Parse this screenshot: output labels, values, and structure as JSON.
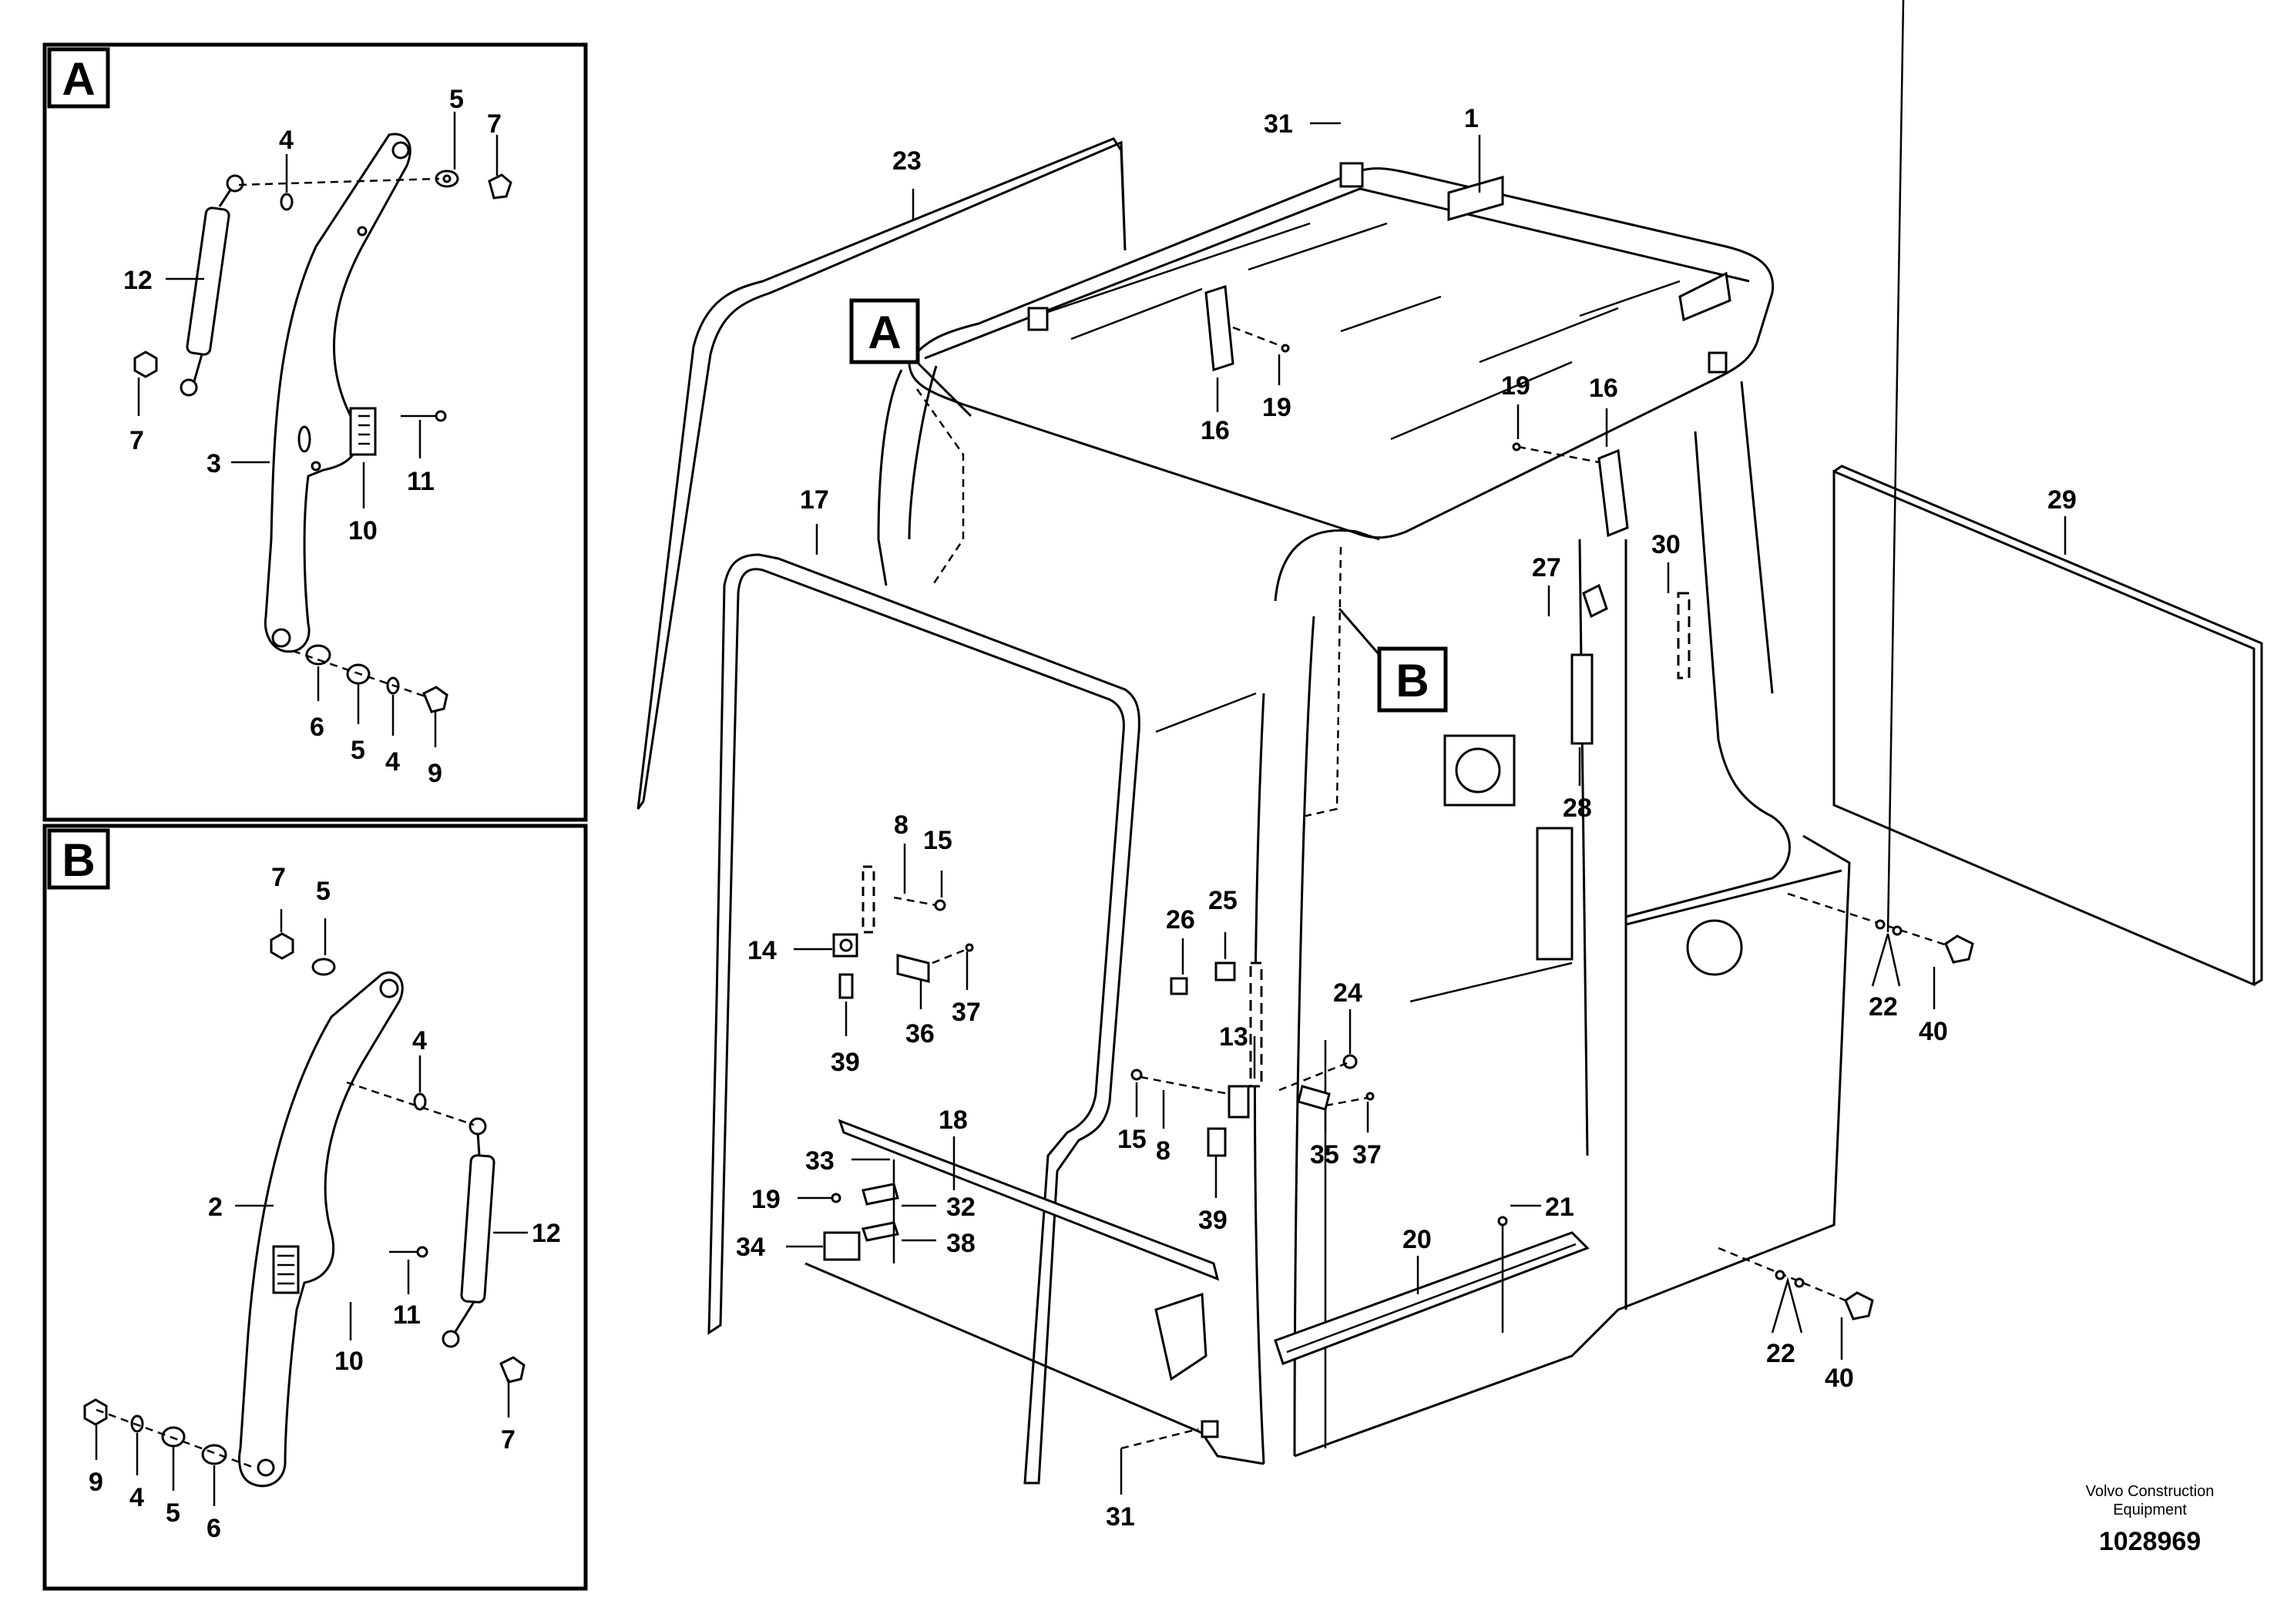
{
  "detail_a": {
    "badge": "A",
    "labels": {
      "n5": "5",
      "n7_top": "7",
      "n4_top": "4",
      "n12": "12",
      "n7_left": "7",
      "n3": "3",
      "n11": "11",
      "n10": "10",
      "n6": "6",
      "n5_bot": "5",
      "n4_bot": "4",
      "n9": "9"
    }
  },
  "detail_b": {
    "badge": "B",
    "labels": {
      "n7_top": "7",
      "n5_top": "5",
      "n4": "4",
      "n2": "2",
      "n12": "12",
      "n11": "11",
      "n10": "10",
      "n7_bot": "7",
      "n9": "9",
      "n4_bot": "4",
      "n5_bot": "5",
      "n6": "6"
    }
  },
  "main": {
    "callout_a": "A",
    "callout_b": "B",
    "labels": {
      "p1": "1",
      "p31_top": "31",
      "p23": "23",
      "p16_a": "16",
      "p19_a": "19",
      "p19_b": "19",
      "p16_b": "16",
      "p17": "17",
      "p29": "29",
      "p30": "30",
      "p27": "27",
      "p28": "28",
      "p8_a": "8",
      "p15_a": "15",
      "p14": "14",
      "p36": "36",
      "p37_a": "37",
      "p39_a": "39",
      "p26": "26",
      "p25": "25",
      "p24": "24",
      "p13": "13",
      "p18": "18",
      "p33": "33",
      "p19_c": "19",
      "p32": "32",
      "p34": "34",
      "p38": "38",
      "p15_b": "15",
      "p8_b": "8",
      "p35": "35",
      "p37_b": "37",
      "p39_b": "39",
      "p20": "20",
      "p21": "21",
      "p22_a": "22",
      "p40_a": "40",
      "p22_b": "22",
      "p40_b": "40",
      "p31_bot": "31"
    }
  },
  "footer": {
    "company_line1": "Volvo Construction",
    "company_line2": "Equipment",
    "drawing_number": "1028969"
  }
}
